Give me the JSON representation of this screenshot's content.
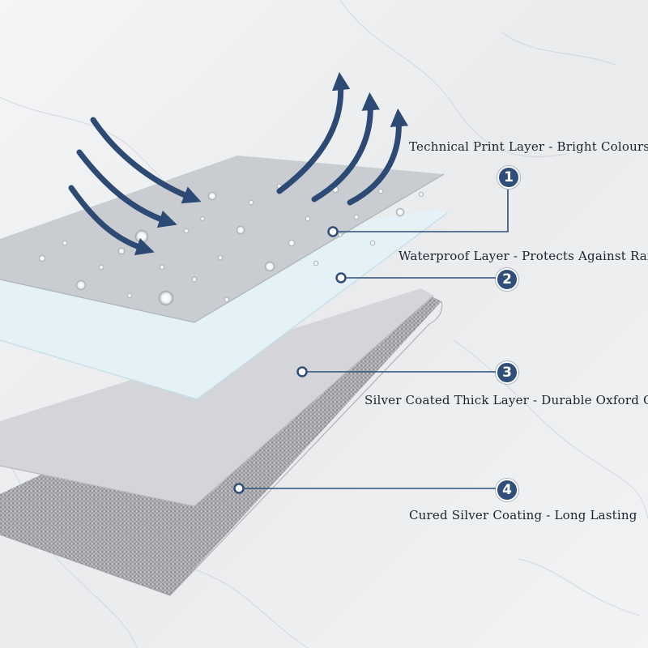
{
  "layers": [
    {
      "number": "1",
      "label": "Technical Print Layer - Bright Colours"
    },
    {
      "number": "2",
      "label": "Waterproof Layer - Protects Against Rain"
    },
    {
      "number": "3",
      "label": "Silver Coated Thick Layer - Durable Oxford Cloth"
    },
    {
      "number": "4",
      "label": "Cured Silver Coating - Long Lasting"
    }
  ],
  "colors": {
    "accent": "#2f4e7a",
    "print_layer": "#c9ccd0",
    "waterproof_layer": "#e3f1f7",
    "silver_layer": "#d2d4d7",
    "coating_layer": "#a9abae"
  },
  "icons": {
    "incoming": "curved-arrow-in-icon",
    "outgoing": "curved-arrow-out-icon",
    "drops": "water-drop-icon"
  }
}
